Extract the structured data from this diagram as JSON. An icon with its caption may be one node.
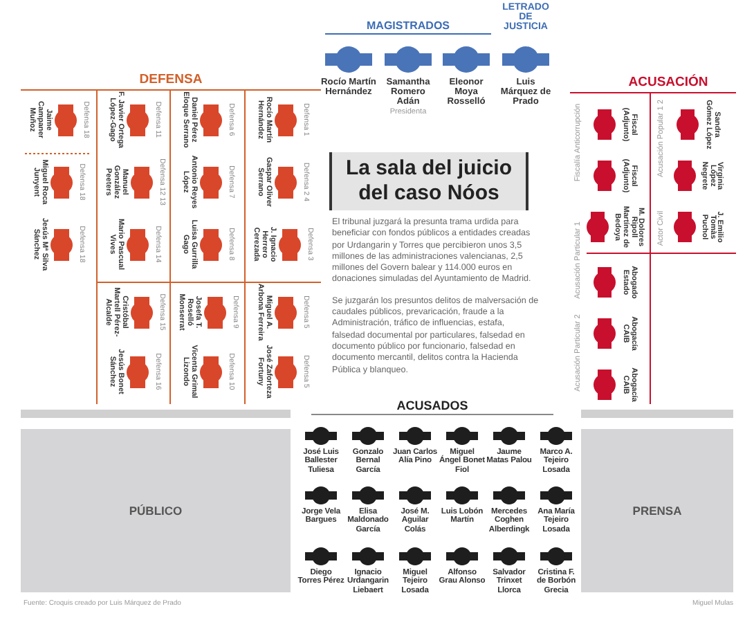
{
  "diagram": {
    "title": "La sala del juicio del caso Nóos",
    "nodes": [
      {
        "text": [
          "Rocío Martín Hernández"
        ]
      },
      {
        "text": [
          "Samantha Romero Adán",
          "Presidenta"
        ]
      },
      {
        "text": [
          "Eleonor Moya Rosselló"
        ]
      },
      {
        "text": [
          "Luis Márquez de Prado"
        ]
      },
      {
        "text": [
          "DEFENSA"
        ]
      },
      {
        "text": [
          "Jaime Campaner Muñoz"
        ],
        "beside": [
          "Defensa 18"
        ],
        "in": 4
      },
      {
        "text": [
          "Miguel Roca Junyent"
        ],
        "beside": [
          "Defensa 18"
        ],
        "in": 4
      },
      {
        "text": [
          "Jesús Mª Silva Sánchez"
        ],
        "beside": [
          "Defensa 18"
        ],
        "in": 4
      },
      {
        "text": [
          "F. Javier Ortega López-Gago"
        ],
        "beside": [
          "Defensa 11"
        ],
        "in": 4
      },
      {
        "text": [
          "Manuel González Peeters"
        ],
        "beside": [
          "Defensa 12 13"
        ],
        "in": 4
      },
      {
        "text": [
          "Mario Pascual Vives"
        ],
        "beside": [
          "Defensa 14"
        ],
        "in": 4
      },
      {
        "text": [
          "Cristóbal Martell Pérez-Alcalde"
        ],
        "beside": [
          "Defensa 15"
        ],
        "in": 4
      },
      {
        "text": [
          "Jesús Bonet Sánchez"
        ],
        "beside": [
          "Defensa 16"
        ],
        "in": 4
      },
      {
        "text": [
          "Daniel Pérez Eloque Serrano"
        ],
        "beside": [
          "Defensa 6"
        ],
        "in": 4
      },
      {
        "text": [
          "Antonio Reyes López"
        ],
        "beside": [
          "Defensa 7"
        ],
        "in": 4
      },
      {
        "text": [
          "Luisa Gurrilla Gago"
        ],
        "beside": [
          "Defensa 8"
        ],
        "in": 4
      },
      {
        "text": [
          "Josefa T. Roselló Monserrat"
        ],
        "beside": [
          "Defensa 9"
        ],
        "in": 4
      },
      {
        "text": [
          "Vicenta Grimal Lizondo"
        ],
        "beside": [
          "Defensa 10"
        ],
        "in": 4
      },
      {
        "text": [
          "Rocío Martín Hernández"
        ],
        "beside": [
          "Defensa 1"
        ],
        "in": 4
      },
      {
        "text": [
          "Gaspar Oliver Serrano"
        ],
        "beside": [
          "Defensa 2 4"
        ],
        "in": 4
      },
      {
        "text": [
          "J. Ignacio Herrero Cerezada"
        ],
        "beside": [
          "Defensa 3"
        ],
        "in": 4
      },
      {
        "text": [
          "Miguel A. Arbona Ferreira"
        ],
        "beside": [
          "Defensa 5"
        ],
        "in": 4
      },
      {
        "text": [
          "José Zaforteza Fortuny"
        ],
        "beside": [
          "Defensa 5"
        ],
        "in": 4
      },
      {
        "text": [
          "ACUSACIÓN"
        ]
      },
      {
        "text": [
          "Fiscal (Adjunto)"
        ],
        "in": 23
      },
      {
        "text": [
          "Fiscal (Adjunto)"
        ],
        "in": 23
      },
      {
        "text": [
          "M. Dolores Ripoll Martínez de Bedoya"
        ],
        "in": 23
      },
      {
        "text": [
          "Abogado Estado"
        ],
        "in": 23
      },
      {
        "text": [
          "Abogacía CAIB"
        ],
        "in": 23
      },
      {
        "text": [
          "Abogacía CAIB"
        ],
        "in": 23
      },
      {
        "text": [
          "Sandra Gómez López"
        ],
        "in": 23
      },
      {
        "text": [
          "Virginia López Negrete"
        ],
        "in": 23
      },
      {
        "text": [
          "J. Emilio Tomàs Puchol"
        ],
        "in": 23
      },
      {
        "text": [
          "PÚBLICO"
        ]
      },
      {
        "text": [
          "PRENSA"
        ]
      },
      {
        "text": [
          "José Luis Ballester Tuliesa"
        ]
      },
      {
        "text": [
          "Gonzalo Bernal García"
        ]
      },
      {
        "text": [
          "Juan Carlos Alía Pino"
        ]
      },
      {
        "text": [
          "Miguel Ángel Bonet Fiol"
        ]
      },
      {
        "text": [
          "Jaume Matas Palou"
        ]
      },
      {
        "text": [
          "Marco A. Tejeiro Losada"
        ]
      },
      {
        "text": [
          "Jorge Vela Bargues"
        ]
      },
      {
        "text": [
          "Elisa Maldonado García"
        ]
      },
      {
        "text": [
          "José M. Aguilar Colás"
        ]
      },
      {
        "text": [
          "Luis Lobón Martín"
        ]
      },
      {
        "text": [
          "Mercedes Coghen Alberdingk"
        ]
      },
      {
        "text": [
          "Ana María Tejeiro Losada"
        ]
      },
      {
        "text": [
          "Diego Torres Pérez"
        ]
      },
      {
        "text": [
          "Ignacio Urdangarin Liebaert"
        ]
      },
      {
        "text": [
          "Miguel Tejeiro Losada"
        ]
      },
      {
        "text": [
          "Alfonso Grau Alonso"
        ]
      },
      {
        "text": [
          "Salvador Trinxet Llorca"
        ]
      },
      {
        "text": [
          "Cristina F. de Borbón Grecia"
        ]
      }
    ],
    "labels": [
      "MAGISTRADOS",
      "LETRADO DE JUSTICIA",
      "Fiscalía Anticorrupción",
      "Acusación Popular 1 2",
      "Acusación Particular 1",
      "Actor Civil",
      "Acusación Particular 2",
      "El tribunal juzgará la presunta trama urdida para beneficiar con fondos públicos a entidades creadas por Urdangarin y Torres que percibieron unos 3,5 millones de las administraciones valencianas, 2,5 millones del Govern balear y 114.000 euros en donaciones simuladas del Ayuntamiento de Madrid.",
      "Se juzgarán los presuntos delitos de malversación de caudales públicos, prevaricación, fraude a la Administración, tráfico de influencias, estafa, falsedad documental por particulares, falsedad en documento público por funcionario, falsedad en documento mercantil, delitos contra la Hacienda Pública y blanqueo.",
      "ACUSADOS",
      "Fuente: Croquis creado por Luis Márquez de Prado",
      "Miguel Mulas"
    ]
  }
}
